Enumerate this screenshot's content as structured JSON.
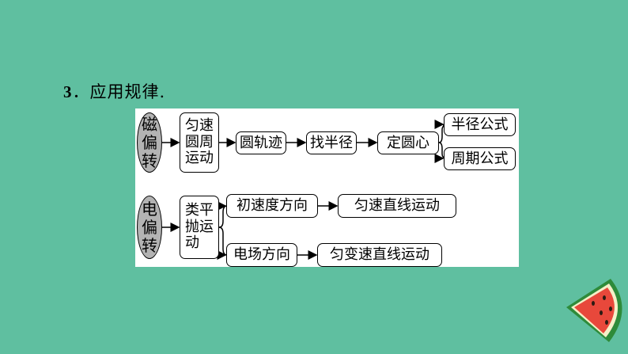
{
  "heading": {
    "number": "3",
    "text": "．应用规律."
  },
  "magnetic": {
    "label_chars": [
      "磁",
      "偏",
      "转"
    ],
    "motion_lines": [
      "匀速",
      "圆周",
      "运动"
    ],
    "step1": "圆轨迹",
    "step2": "找半径",
    "step3": "定圆心",
    "branch_top": "半径公式",
    "branch_bottom": "周期公式"
  },
  "electric": {
    "label_chars": [
      "电",
      "偏",
      "转"
    ],
    "motion_lines": [
      "类平",
      "抛运",
      "动"
    ],
    "branch_top": "初速度方向",
    "branch_top_result": "匀速直线运动",
    "branch_bottom": "电场方向",
    "branch_bottom_result": "匀变速直线运动"
  }
}
